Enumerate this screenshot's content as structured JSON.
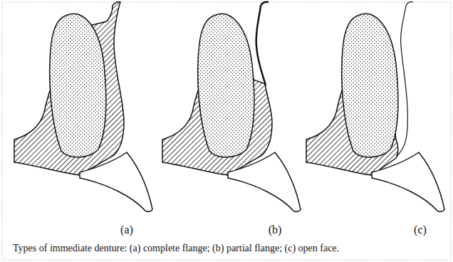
{
  "diagram": {
    "caption": "Types of immediate denture: (a) complete flange; (b) partial flange; (c) open face.",
    "labels": [
      "(a)",
      "(b)",
      "(c)"
    ]
  }
}
